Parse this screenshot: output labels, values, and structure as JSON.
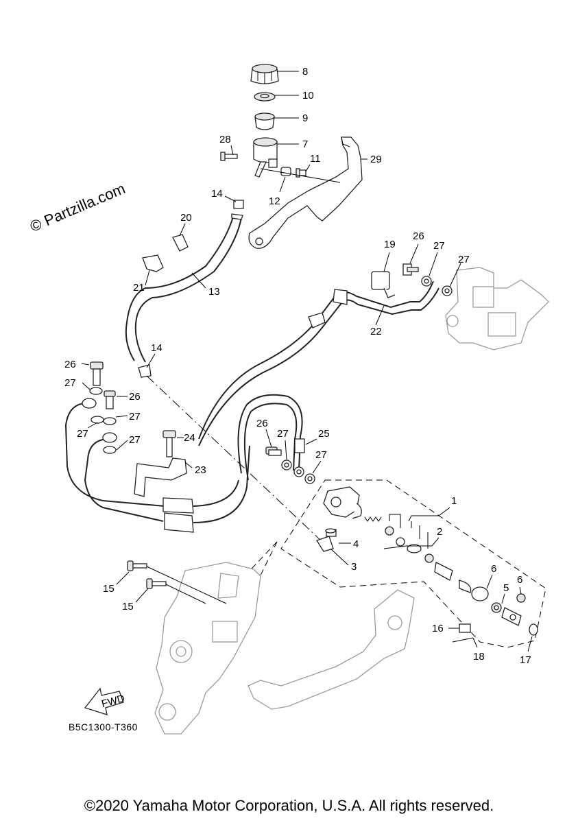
{
  "watermark": "© Partzilla.com",
  "diagram_code": "B5C1300-T360",
  "fwd_label": "FWD",
  "copyright": "©2020 Yamaha Motor Corporation, U.S.A. All rights reserved.",
  "callouts": [
    {
      "id": "c8",
      "text": "8"
    },
    {
      "id": "c10",
      "text": "10"
    },
    {
      "id": "c9",
      "text": "9"
    },
    {
      "id": "c7",
      "text": "7"
    },
    {
      "id": "c28",
      "text": "28"
    },
    {
      "id": "c11",
      "text": "11"
    },
    {
      "id": "c29",
      "text": "29"
    },
    {
      "id": "c12",
      "text": "12"
    },
    {
      "id": "c14a",
      "text": "14"
    },
    {
      "id": "c20",
      "text": "20"
    },
    {
      "id": "c21",
      "text": "21"
    },
    {
      "id": "c13",
      "text": "13"
    },
    {
      "id": "c19",
      "text": "19"
    },
    {
      "id": "c26a",
      "text": "26"
    },
    {
      "id": "c27a",
      "text": "27"
    },
    {
      "id": "c27b",
      "text": "27"
    },
    {
      "id": "c22",
      "text": "22"
    },
    {
      "id": "c14b",
      "text": "14"
    },
    {
      "id": "c26b",
      "text": "26"
    },
    {
      "id": "c27c",
      "text": "27"
    },
    {
      "id": "c26c",
      "text": "26"
    },
    {
      "id": "c27d",
      "text": "27"
    },
    {
      "id": "c27e",
      "text": "27"
    },
    {
      "id": "c27f",
      "text": "27"
    },
    {
      "id": "c24",
      "text": "24"
    },
    {
      "id": "c23",
      "text": "23"
    },
    {
      "id": "c26d",
      "text": "26"
    },
    {
      "id": "c27g",
      "text": "27"
    },
    {
      "id": "c25",
      "text": "25"
    },
    {
      "id": "c27h",
      "text": "27"
    },
    {
      "id": "c1",
      "text": "1"
    },
    {
      "id": "c2",
      "text": "2"
    },
    {
      "id": "c4",
      "text": "4"
    },
    {
      "id": "c3",
      "text": "3"
    },
    {
      "id": "c6a",
      "text": "6"
    },
    {
      "id": "c5",
      "text": "5"
    },
    {
      "id": "c6b",
      "text": "6"
    },
    {
      "id": "c15a",
      "text": "15"
    },
    {
      "id": "c15b",
      "text": "15"
    },
    {
      "id": "c16",
      "text": "16"
    },
    {
      "id": "c18",
      "text": "18"
    },
    {
      "id": "c17",
      "text": "17"
    }
  ]
}
